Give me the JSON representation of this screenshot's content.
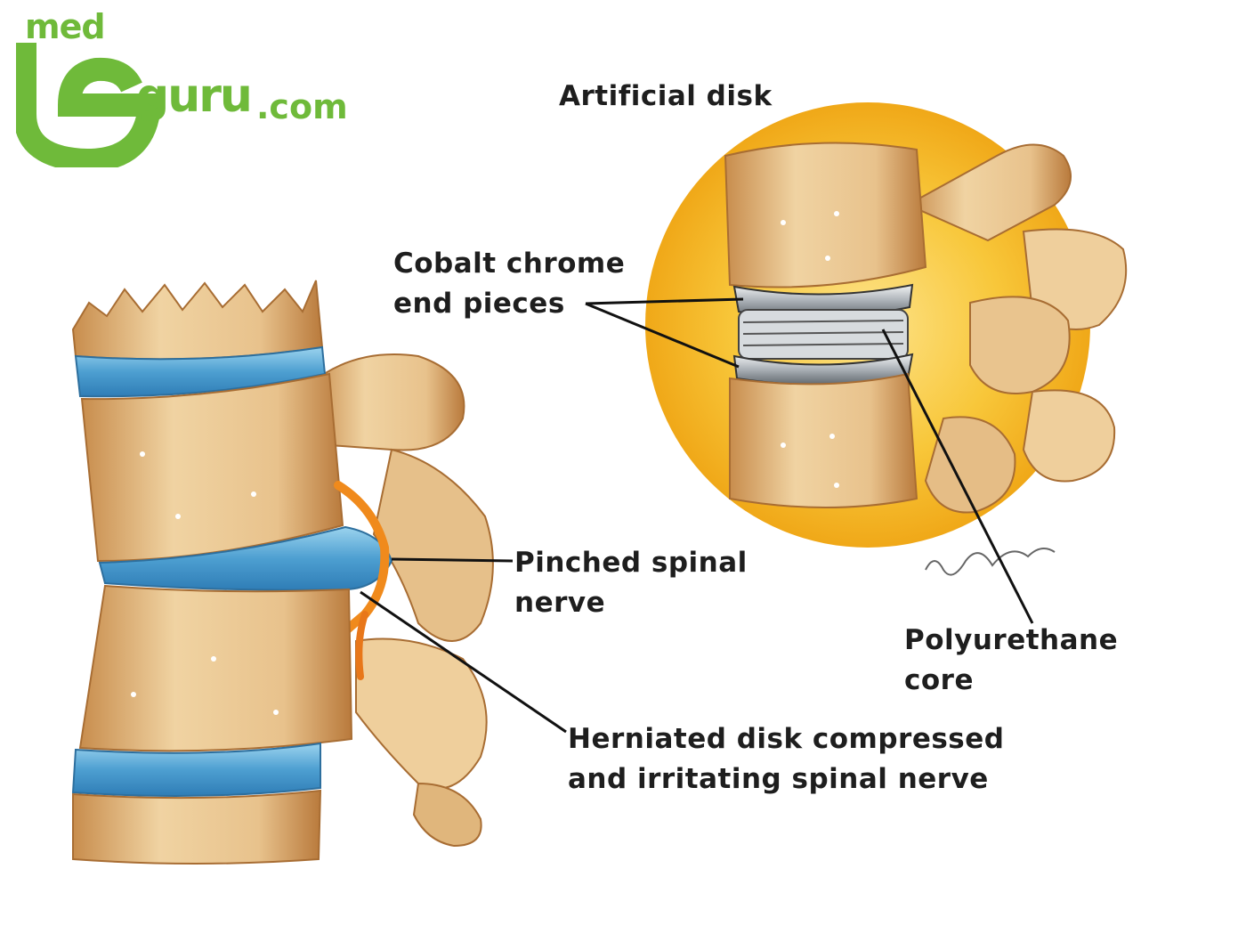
{
  "logo": {
    "med": "med",
    "guru": "guru",
    "com": ".com",
    "brand_color": "#6fba3a"
  },
  "labels": {
    "artificial_disk": "Artificial disk",
    "cobalt_line1": "Cobalt chrome",
    "cobalt_line2": "end pieces",
    "pinched_line1": "Pinched spinal",
    "pinched_line2": "nerve",
    "poly_line1": "Polyurethane",
    "poly_line2": "core",
    "herniated_line1": "Herniated disk compressed",
    "herniated_line2": "and irritating spinal nerve"
  },
  "colors": {
    "bone": "#e9c48e",
    "bone_shadow": "#c58a4a",
    "disk_blue": "#5aa9d6",
    "nerve_orange": "#f08a1c",
    "halo_yellow": "#f7c12a",
    "metal": "#b9bec3",
    "leader": "#111111"
  }
}
